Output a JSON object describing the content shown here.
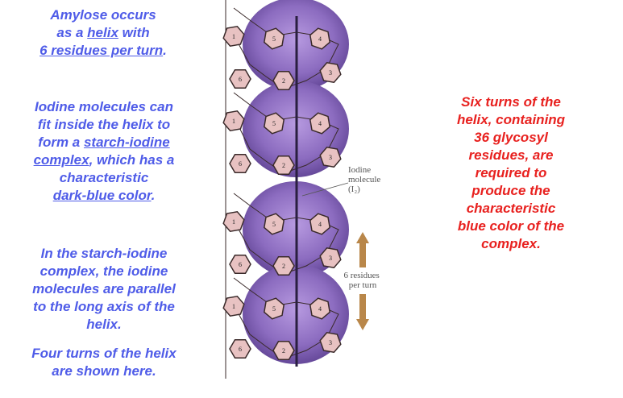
{
  "left_text": {
    "p1": {
      "line1": "Amylose occurs",
      "line2a": "as a ",
      "line2u": "helix",
      "line2b": " with",
      "line3u": "6 residues per turn",
      "line3b": "."
    },
    "p2": {
      "line1": "Iodine molecules can",
      "line2": "fit inside the helix to",
      "line3a": "form a ",
      "line3u": "starch-iodine",
      "line4u": "complex",
      "line4b": ", which has a",
      "line5": "characteristic",
      "line6u": "dark-blue color",
      "line6b": "."
    },
    "p3": {
      "line1": "In the starch-iodine",
      "line2": "complex, the iodine",
      "line3": "molecules are parallel",
      "line4": "to the long axis of the",
      "line5": "helix."
    },
    "p4": {
      "line1": "Four turns of the helix",
      "line2": "are shown here."
    }
  },
  "right_text": {
    "line1": "Six turns of the",
    "line2": "helix, containing",
    "line3": "36 glycosyl",
    "line4": "residues, are",
    "line5": "required to",
    "line6": "produce the",
    "line7": "characteristic",
    "line8": "blue color of the",
    "line9": "complex."
  },
  "diagram": {
    "iodine_label": {
      "line1": "Iodine",
      "line2": "molecule",
      "line3": "(I₂)"
    },
    "turn_label": {
      "line1": "6 residues",
      "line2": "per turn"
    },
    "residue_numbers": [
      "1",
      "2",
      "3",
      "4",
      "5",
      "6"
    ],
    "colors": {
      "helix": "#8c6cc0",
      "helix_dark": "#5b3f8f",
      "ring_fill": "#e8c2c2",
      "ring_stroke": "#3a2a2a",
      "arrow": "#b9874a",
      "left_text": "#4f5ce8",
      "right_text": "#e8211f"
    }
  }
}
